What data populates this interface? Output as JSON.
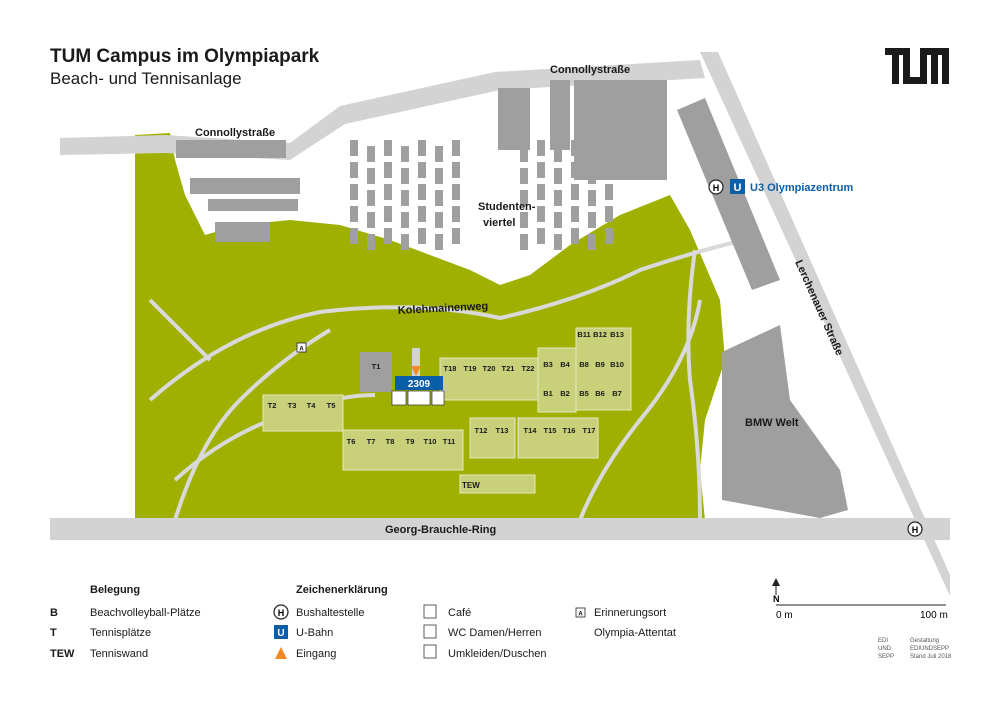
{
  "header": {
    "title": "TUM Campus im Olympiapark",
    "subtitle": "Beach- und Tennisanlage"
  },
  "colors": {
    "park_green": "#9fb000",
    "court_green": "#c8d07a",
    "building_grey": "#a0a0a0",
    "road_grey": "#d0d0d0",
    "ubahn_blue": "#0b5ea8",
    "entrance_orange": "#f08a24"
  },
  "map": {
    "streets": {
      "connolly_top": "Connollystraße",
      "connolly_left": "Connollystraße",
      "lerchenauer": "Lerchenauer Straße",
      "kolehmainen": "Kolehmainenweg",
      "georg_brauchle": "Georg-Brauchle-Ring"
    },
    "places": {
      "studentenviertel_1": "Studenten-",
      "studentenviertel_2": "viertel",
      "bmw_welt": "BMW Welt",
      "u3_station": "U3 Olympiazentrum",
      "building_number": "2309",
      "tew": "TEW",
      "memorial_marker": "A"
    },
    "courts_tennis": [
      "T1",
      "T2",
      "T3",
      "T4",
      "T5",
      "T6",
      "T7",
      "T8",
      "T9",
      "T10",
      "T11",
      "T12",
      "T13",
      "T14",
      "T15",
      "T16",
      "T17",
      "T18",
      "T19",
      "T20",
      "T21",
      "T22"
    ],
    "courts_beach": [
      "B1",
      "B2",
      "B3",
      "B4",
      "B5",
      "B6",
      "B7",
      "B8",
      "B9",
      "B10",
      "B11",
      "B12",
      "B13"
    ],
    "bus_letter": "H",
    "ubahn_letter": "U"
  },
  "legend": {
    "belegung_title": "Belegung",
    "belegung": [
      {
        "key": "B",
        "label": "Beachvolleyball-Plätze"
      },
      {
        "key": "T",
        "label": "Tennisplätze"
      },
      {
        "key": "TEW",
        "label": "Tenniswand"
      }
    ],
    "zeichen_title": "Zeichenerklärung",
    "zeichen": {
      "bus": "Bushaltestelle",
      "ubahn": "U-Bahn",
      "eingang": "Eingang",
      "cafe": "Café",
      "wc": "WC Damen/Herren",
      "umkleiden": "Umkleiden/Duschen",
      "erinnerung": "Erinnerungsort",
      "attentat": "Olympia-Attentat"
    }
  },
  "scale": {
    "north": "N",
    "start": "0 m",
    "end": "100 m"
  },
  "credits": {
    "designer_1": "EDI",
    "designer_2": "UND",
    "designer_3": "SEPP",
    "line_1": "Gestaltung",
    "line_2": "EDIUNDSEPP",
    "line_3": "Stand Juli 2018"
  }
}
